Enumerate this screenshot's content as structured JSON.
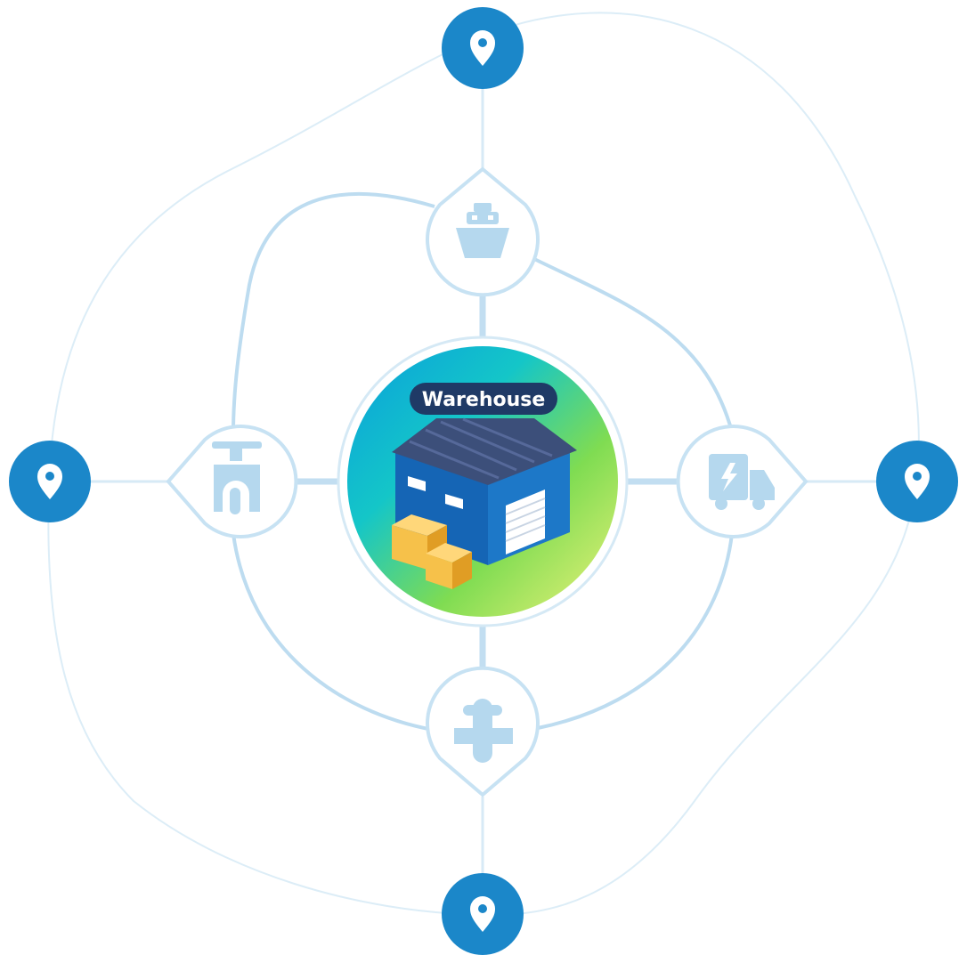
{
  "hub": {
    "label": "Warehouse",
    "gradient_colors": [
      "#0aa7dc",
      "#1ec9c0",
      "#86e04a",
      "#e2ef72"
    ],
    "label_bg": "#1f3a66",
    "label_text_color": "#ffffff"
  },
  "transport_nodes": [
    {
      "id": "ship",
      "icon": "ship-icon"
    },
    {
      "id": "scooter",
      "icon": "scooter-icon"
    },
    {
      "id": "truck",
      "icon": "electric-truck-icon"
    },
    {
      "id": "airplane",
      "icon": "airplane-icon"
    }
  ],
  "location_pins": [
    {
      "id": "north",
      "icon": "map-pin-icon"
    },
    {
      "id": "west",
      "icon": "map-pin-icon"
    },
    {
      "id": "east",
      "icon": "map-pin-icon"
    },
    {
      "id": "south",
      "icon": "map-pin-icon"
    }
  ],
  "colors": {
    "pin_blue": "#1b87c9",
    "line_strong": "#bcdcf0",
    "line_faint": "#d9ebf6",
    "icon_light": "#b5d8ee",
    "node_border": "#c7e2f3",
    "roof": "#3c4f7a",
    "walls": "#1565b5",
    "boxes": "#f2b63a"
  }
}
